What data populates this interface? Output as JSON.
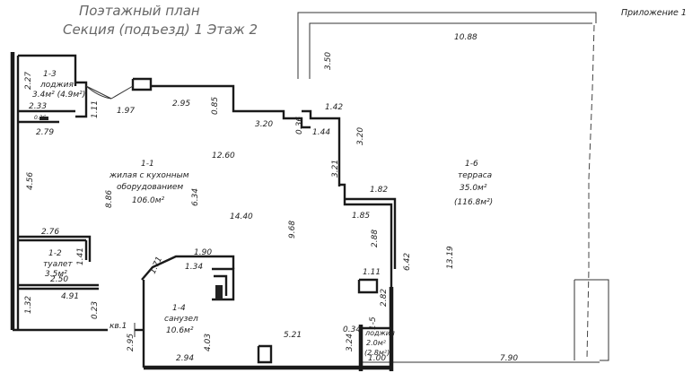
{
  "header": {
    "title": "Поэтажный план",
    "subtitle": "Секция (подъезд) 1   Этаж 2",
    "appendix": "Приложение 1"
  },
  "rooms": {
    "r13": {
      "number": "1-3",
      "name": "лоджия",
      "area": "3.4м² (4.9м²)"
    },
    "r11": {
      "number": "1-1",
      "name1": "жилая с кухонным",
      "name2": "оборудованием",
      "area": "106.0м²"
    },
    "r16": {
      "number": "1-6",
      "name": "терраса",
      "area": "35.0м²",
      "area2": "(116.8м²)"
    },
    "r12": {
      "number": "1-2",
      "name": "туалет",
      "area": "3.5м²"
    },
    "r14": {
      "number": "1-4",
      "name": "санузел",
      "area": "10.6м²"
    },
    "r15": {
      "number": "1-5",
      "name": "лоджия",
      "area": "2.0м²",
      "area2": "(2.8м²)"
    }
  },
  "dims": {
    "d10_88": "10.88",
    "d3_50": "3.50",
    "d2_27": "2.27",
    "d1_11a": "1.11",
    "d1_97": "1.97",
    "d2_95a": "2.95",
    "d0_85": "0.85",
    "d3_20a": "3.20",
    "d1_42": "1.42",
    "d0_36": "0.36",
    "d1_44": "1.44",
    "d3_20b": "3.20",
    "d2_33": "2.33",
    "d0_36b": "0.36",
    "d2_79": "2.79",
    "d4_56": "4.56",
    "d12_60": "12.60",
    "d3_21": "3.21",
    "d1_82": "1.82",
    "d8_86": "8.86",
    "d6_34": "6.34",
    "d14_40": "14.40",
    "d1_85": "1.85",
    "d9_68": "9.68",
    "d2_88": "2.88",
    "d6_42": "6.42",
    "d13_19": "13.19",
    "d2_76": "2.76",
    "d1_41": "1.41",
    "d1_90": "1.90",
    "d1_34": "1.34",
    "d1_71": "1.71",
    "d2_50": "2.50",
    "d1_11b": "1.11",
    "d2_82": "2.82",
    "d4_91": "4.91",
    "d1_32": "1.32",
    "d0_23": "0.23",
    "d0_34": "0.34",
    "d2_95b": "2.95",
    "d4_03": "4.03",
    "d5_21": "5.21",
    "d3_24": "3.24",
    "d2_94": "2.94",
    "d1_00": "1.00",
    "d7_90": "7.90"
  },
  "markers": {
    "kv": "кв.1"
  }
}
